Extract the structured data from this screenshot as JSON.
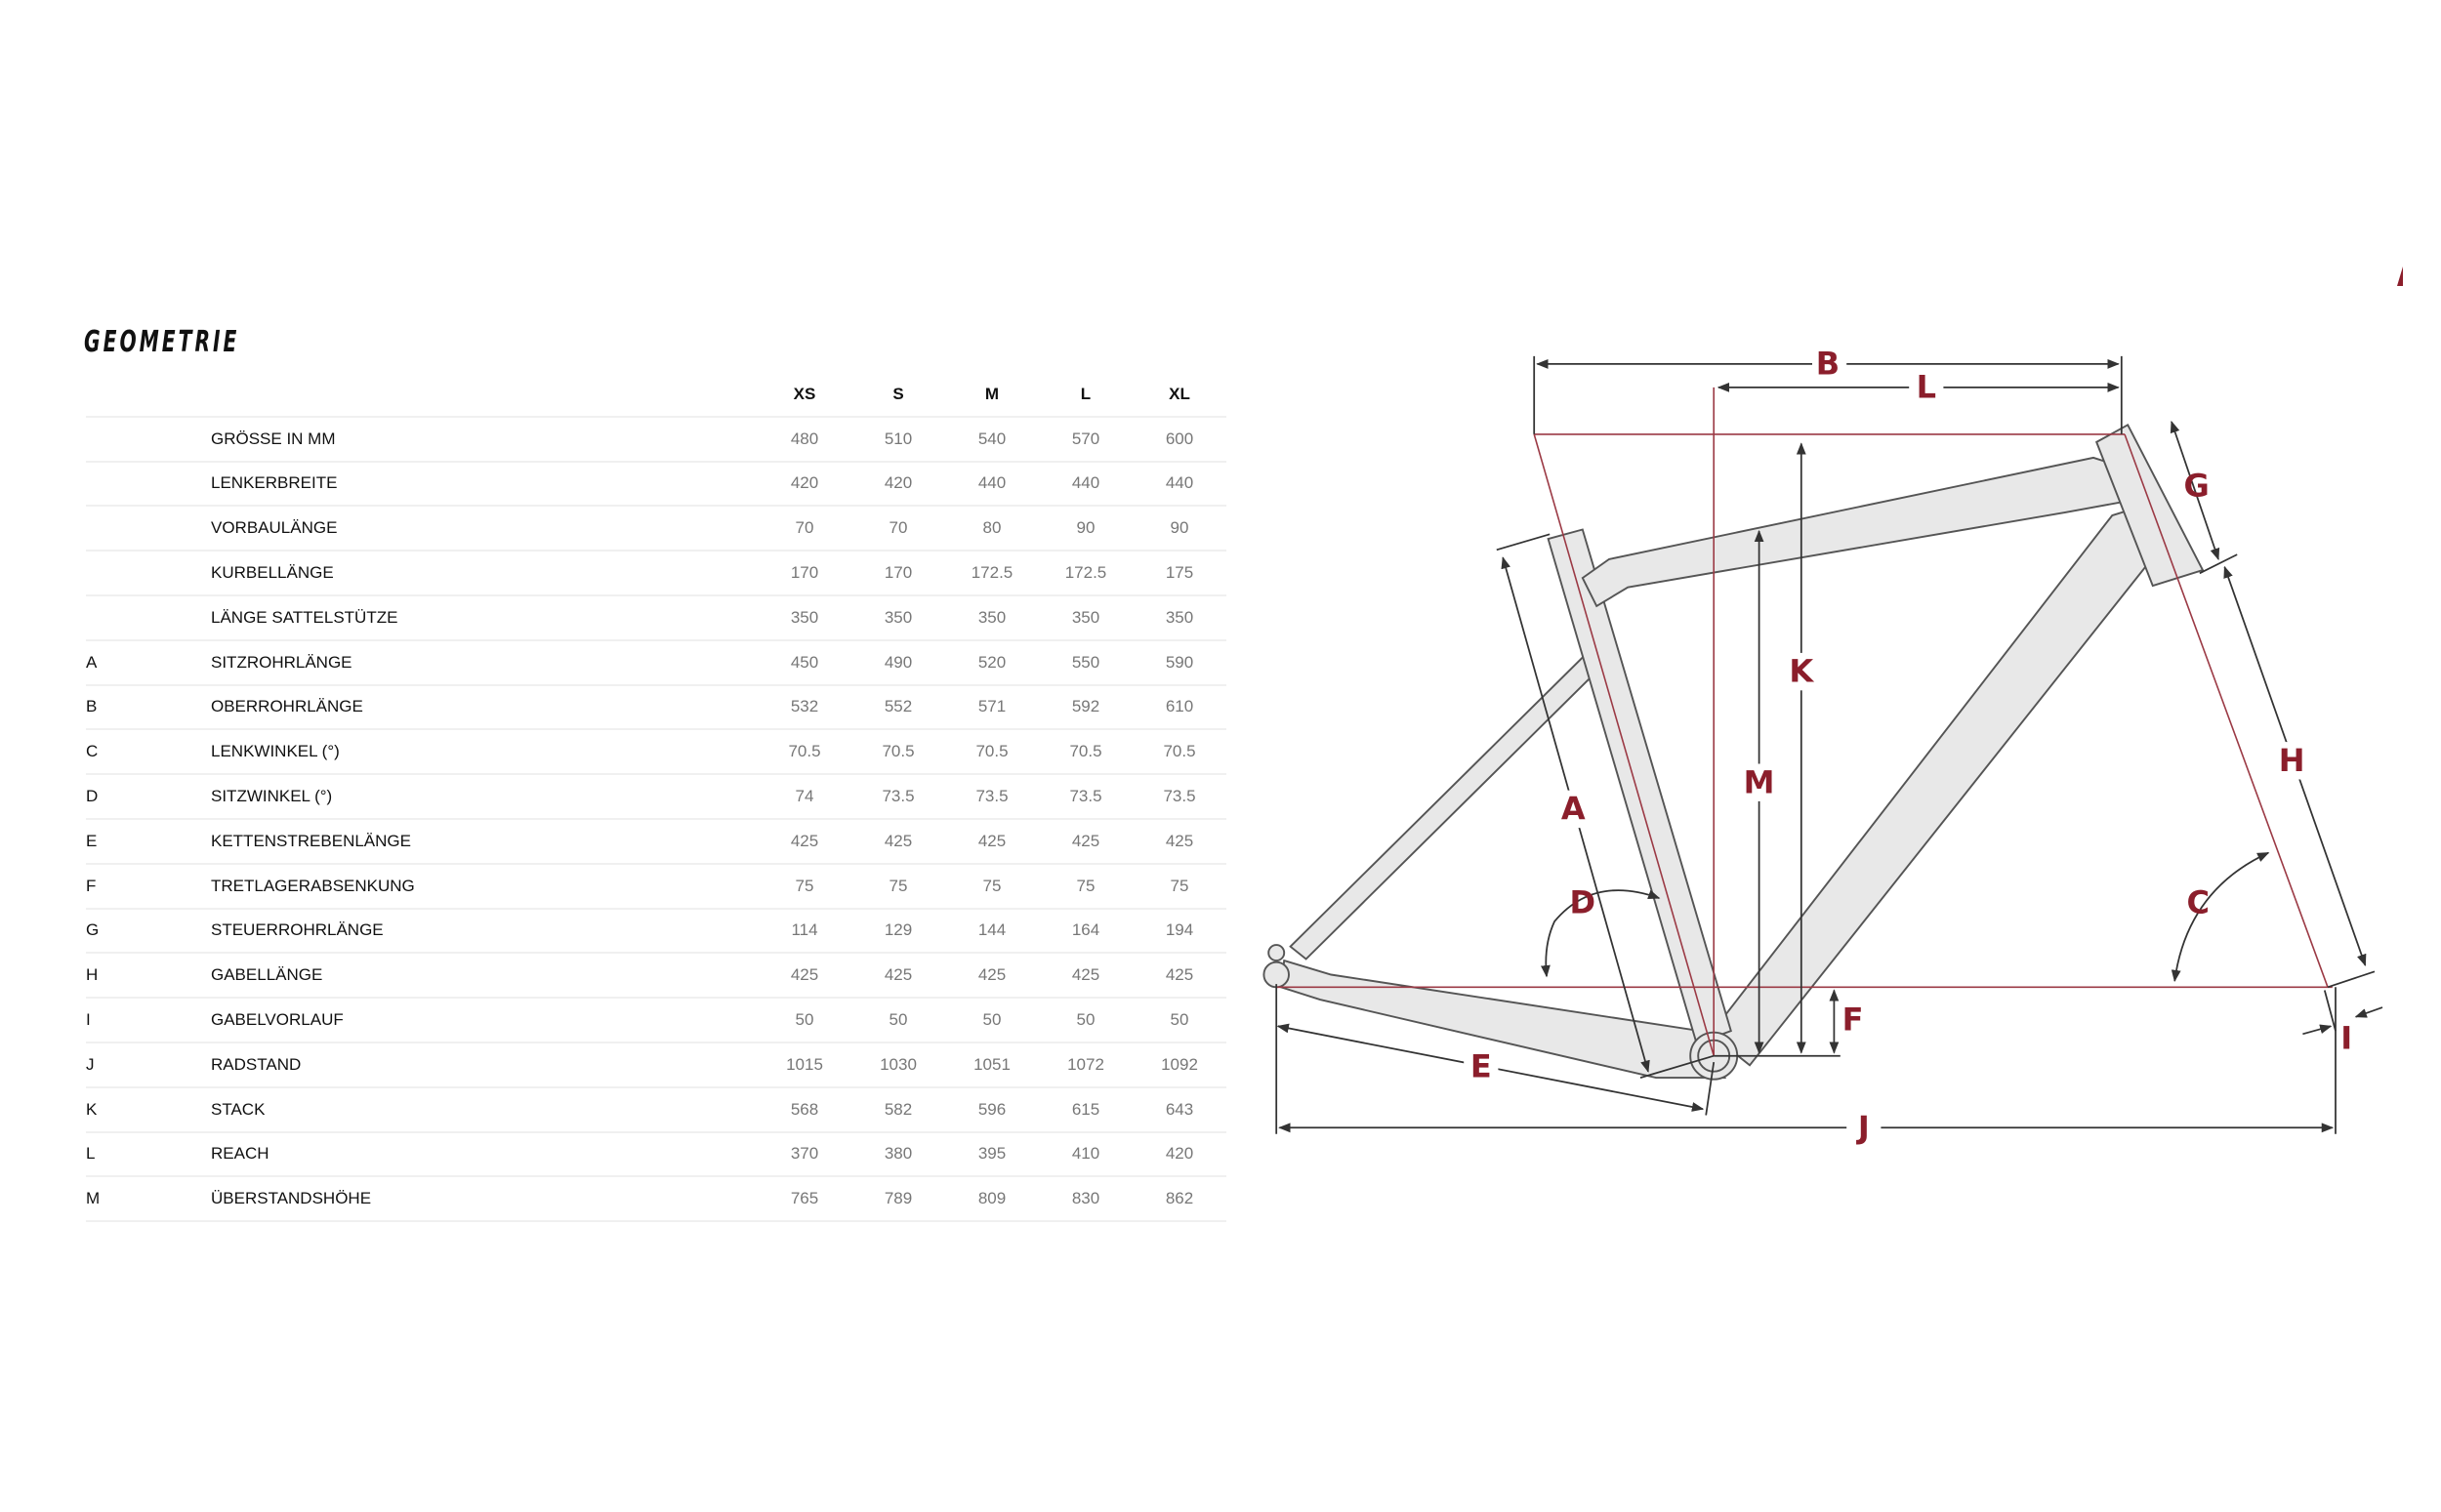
{
  "title": "GEOMETRIE",
  "sizes": [
    "XS",
    "S",
    "M",
    "L",
    "XL"
  ],
  "rows": [
    {
      "letter": "",
      "label": "GRÖSSE IN MM",
      "values": [
        "480",
        "510",
        "540",
        "570",
        "600"
      ]
    },
    {
      "letter": "",
      "label": "LENKERBREITE",
      "values": [
        "420",
        "420",
        "440",
        "440",
        "440"
      ]
    },
    {
      "letter": "",
      "label": "VORBAULÄNGE",
      "values": [
        "70",
        "70",
        "80",
        "90",
        "90"
      ]
    },
    {
      "letter": "",
      "label": "KURBELLÄNGE",
      "values": [
        "170",
        "170",
        "172.5",
        "172.5",
        "175"
      ]
    },
    {
      "letter": "",
      "label": "LÄNGE SATTELSTÜTZE",
      "values": [
        "350",
        "350",
        "350",
        "350",
        "350"
      ]
    },
    {
      "letter": "A",
      "label": "SITZROHRLÄNGE",
      "values": [
        "450",
        "490",
        "520",
        "550",
        "590"
      ]
    },
    {
      "letter": "B",
      "label": "OBERROHRLÄNGE",
      "values": [
        "532",
        "552",
        "571",
        "592",
        "610"
      ]
    },
    {
      "letter": "C",
      "label": "LENKWINKEL (°)",
      "values": [
        "70.5",
        "70.5",
        "70.5",
        "70.5",
        "70.5"
      ]
    },
    {
      "letter": "D",
      "label": "SITZWINKEL (°)",
      "values": [
        "74",
        "73.5",
        "73.5",
        "73.5",
        "73.5"
      ]
    },
    {
      "letter": "E",
      "label": "KETTENSTREBENLÄNGE",
      "values": [
        "425",
        "425",
        "425",
        "425",
        "425"
      ]
    },
    {
      "letter": "F",
      "label": "TRETLAGERABSENKUNG",
      "values": [
        "75",
        "75",
        "75",
        "75",
        "75"
      ]
    },
    {
      "letter": "G",
      "label": "STEUERROHRLÄNGE",
      "values": [
        "114",
        "129",
        "144",
        "164",
        "194"
      ]
    },
    {
      "letter": "H",
      "label": "GABELLÄNGE",
      "values": [
        "425",
        "425",
        "425",
        "425",
        "425"
      ]
    },
    {
      "letter": "I",
      "label": "GABELVORLAUF",
      "values": [
        "50",
        "50",
        "50",
        "50",
        "50"
      ]
    },
    {
      "letter": "J",
      "label": "RADSTAND",
      "values": [
        "1015",
        "1030",
        "1051",
        "1072",
        "1092"
      ]
    },
    {
      "letter": "K",
      "label": "STACK",
      "values": [
        "568",
        "582",
        "596",
        "615",
        "643"
      ]
    },
    {
      "letter": "L",
      "label": "REACH",
      "values": [
        "370",
        "380",
        "395",
        "410",
        "420"
      ]
    },
    {
      "letter": "M",
      "label": "ÜBERSTANDSHÖHE",
      "values": [
        "765",
        "789",
        "809",
        "830",
        "862"
      ]
    }
  ],
  "diagram_labels": {
    "A": "A",
    "B": "B",
    "C": "C",
    "D": "D",
    "E": "E",
    "F": "F",
    "G": "G",
    "H": "H",
    "I": "I",
    "J": "J",
    "K": "K",
    "L": "L",
    "M": "M"
  },
  "colors": {
    "accent": "#8b1e2b",
    "frame_fill": "#e8e8e8",
    "dimension_line": "#333333",
    "value_text": "#777777"
  }
}
